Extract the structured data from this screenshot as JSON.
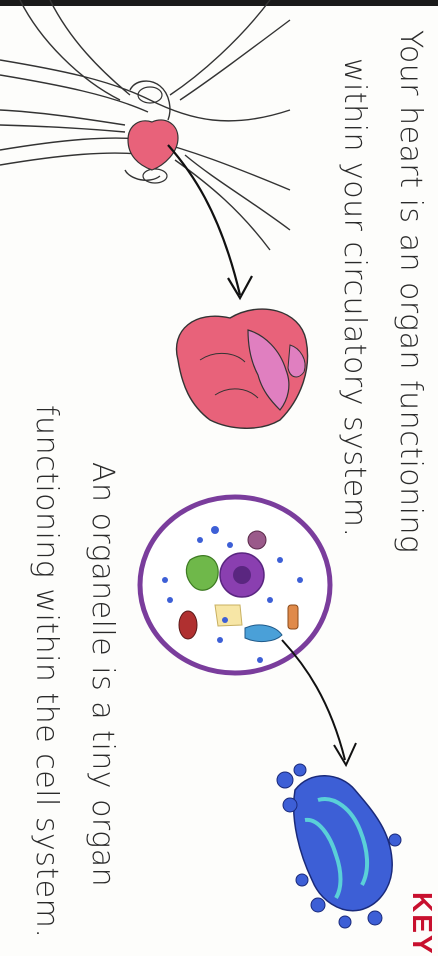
{
  "caption_heart_line1": "Your heart is an organ functioning",
  "caption_heart_line2": "within your circulatory system.",
  "caption_organelle_line1": "An organelle is a tiny organ",
  "caption_organelle_line2": "functioning within the cell system.",
  "corner_label": "KEY",
  "colors": {
    "heart": "#e8627a",
    "heart_pink": "#e07fc0",
    "cell_membrane": "#7a3d9c",
    "organelle_blue": "#3d5fd6",
    "accent_red": "#c8102e"
  }
}
